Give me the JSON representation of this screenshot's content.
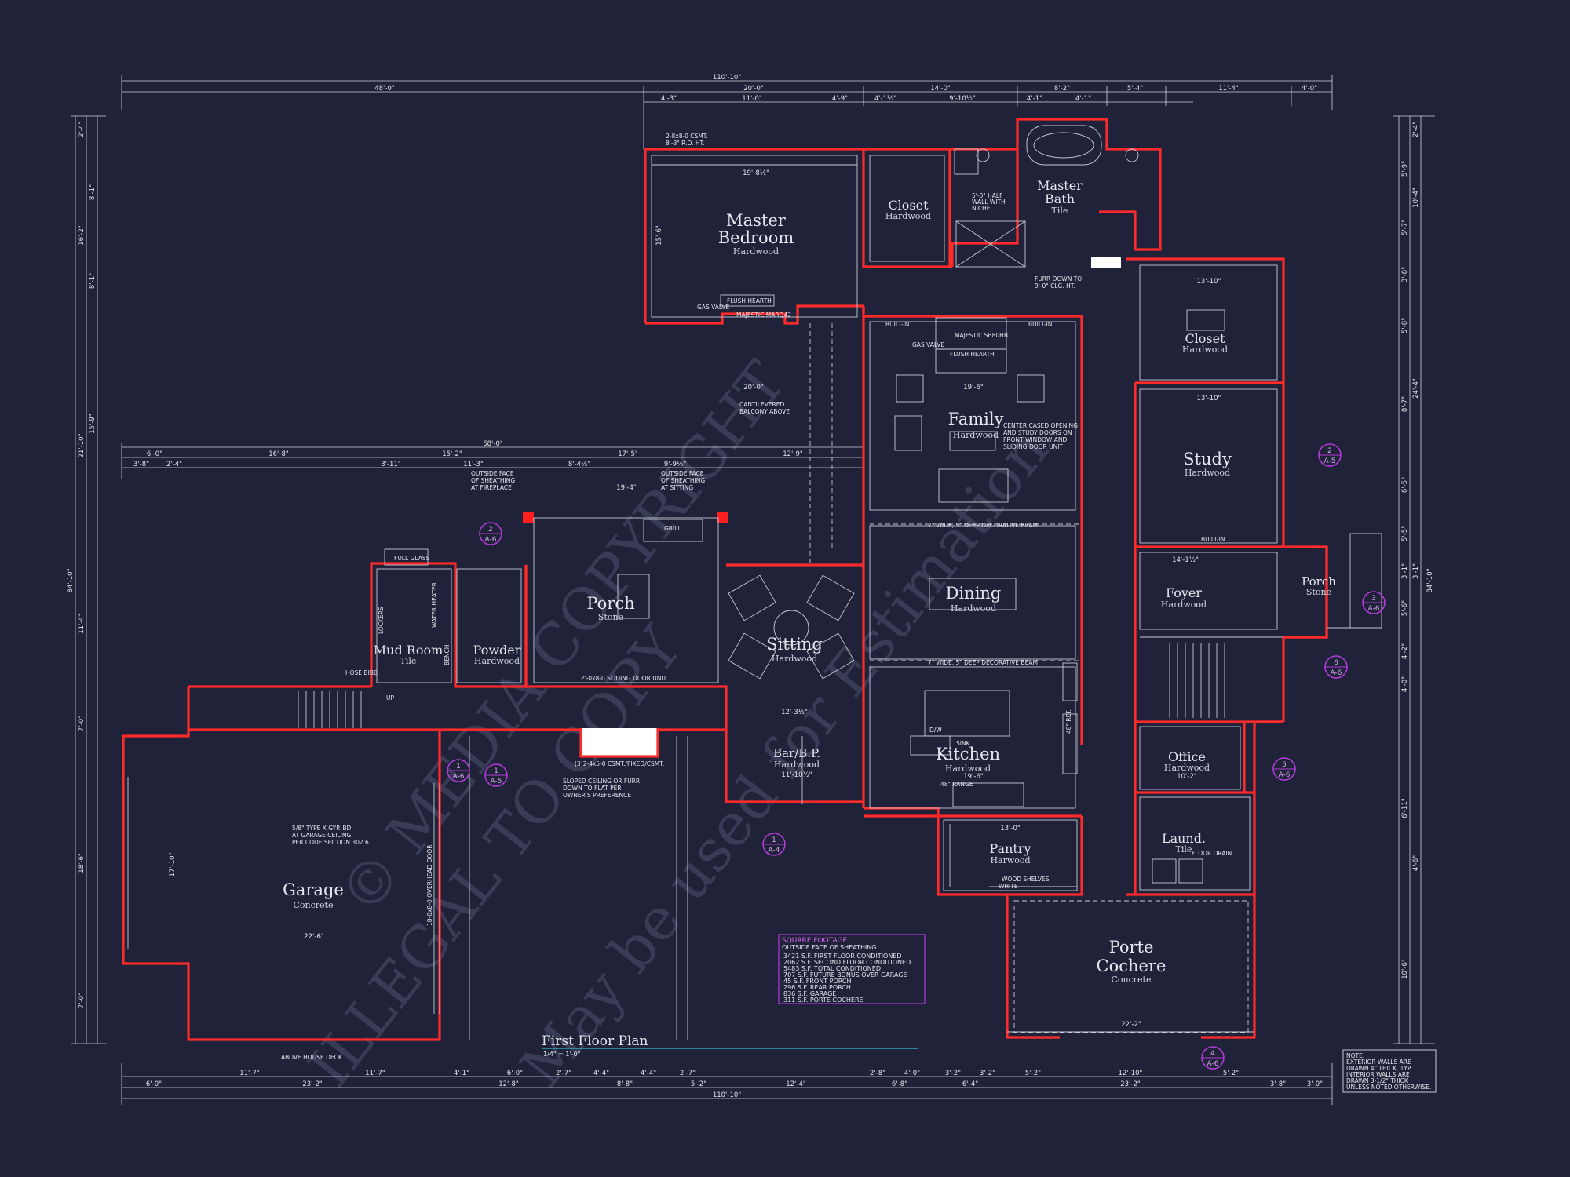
{
  "plan": {
    "title": "First Floor Plan",
    "scale": "1/4\" = 1'-0\""
  },
  "rooms": {
    "master_bedroom": {
      "name1": "Master",
      "name2": "Bedroom",
      "finish": "Hardwood"
    },
    "closet_upper": {
      "name": "Closet",
      "finish": "Hardwood"
    },
    "master_bath": {
      "name1": "Master",
      "name2": "Bath",
      "finish": "Tile"
    },
    "closet_right": {
      "name": "Closet",
      "finish": "Hardwood"
    },
    "family": {
      "name": "Family",
      "finish": "Hardwood"
    },
    "study": {
      "name": "Study",
      "finish": "Hardwood"
    },
    "porch": {
      "name": "Porch",
      "finish": "Stone"
    },
    "dining": {
      "name": "Dining",
      "finish": "Hardwood"
    },
    "foyer": {
      "name": "Foyer",
      "finish": "Hardwood"
    },
    "porch_front": {
      "name": "Porch",
      "finish": "Stone"
    },
    "mud_room": {
      "name": "Mud Room",
      "finish": "Tile"
    },
    "powder": {
      "name": "Powder",
      "finish": "Hardwood"
    },
    "sitting": {
      "name": "Sitting",
      "finish": "Hardwood"
    },
    "kitchen": {
      "name": "Kitchen",
      "finish": "Hardwood"
    },
    "bar": {
      "name": "Bar/B.P.",
      "finish": "Hardwood"
    },
    "office": {
      "name": "Office",
      "finish": "Hardwood"
    },
    "pantry": {
      "name": "Pantry",
      "finish": "Harwood"
    },
    "laundry": {
      "name": "Laund.",
      "finish": "Tile"
    },
    "garage": {
      "name": "Garage",
      "finish": "Concrete"
    },
    "porte_cochere": {
      "name1": "Porte",
      "name2": "Cochere",
      "finish": "Concrete"
    }
  },
  "dimensions": {
    "overall_top": "110'-10\"",
    "overall_bottom": "110'-10\"",
    "overall_left": "84'-10\"",
    "overall_right": "84'-10\"",
    "top_row2": [
      "48'-0\"",
      "20'-0\"",
      "14'-0\"",
      "8'-2\"",
      "5'-4\"",
      "11'-4\"",
      "4'-0\""
    ],
    "top_row3": [
      "4'-3\"",
      "11'-0\"",
      "4'-9\"",
      "4'-1½\"",
      "9'-10½\"",
      "4'-1\"",
      "4'-1\""
    ],
    "mid_overall": "68'-0\"",
    "mid_row": [
      "6'-0\"",
      "16'-8\"",
      "15'-2\"",
      "17'-5\"",
      "12'-9\""
    ],
    "mid_row2": [
      "3'-8\"",
      "2'-4\"",
      "3'-11\"",
      "11'-3\"",
      "8'-4½\"",
      "9'-9½\""
    ],
    "bottom_row1": [
      "11'-7\"",
      "11'-7\"",
      "4'-1\"",
      "6'-0\"",
      "2'-7\"",
      "4'-4\"",
      "4'-4\"",
      "2'-7\"",
      "2'-8\"",
      "4'-0\"",
      "3'-2\"",
      "3'-2\"",
      "5'-2\"",
      "12'-10\"",
      "5'-2\""
    ],
    "bottom_row2": [
      "6'-0\"",
      "23'-2\"",
      "12'-8\"",
      "8'-8\"",
      "5'-2\"",
      "12'-4\"",
      "6'-8\"",
      "6'-4\"",
      "23'-2\"",
      "3'-8\"",
      "3'-0\""
    ],
    "left_col": [
      "2'-4\"",
      "8'-1\"",
      "16'-2\"",
      "8'-1\"",
      "21'-10\"",
      "15'-9\"",
      "11'-4\"",
      "7'-0\"",
      "18'-6\"",
      "7'-0\""
    ],
    "right_col": [
      "2'-4\"",
      "5'-9\"",
      "10'-4\"",
      "5'-7\"",
      "3'-8\"",
      "5'-8\"",
      "24'-4\"",
      "8'-7\"",
      "6'-5\"",
      "5'-5\"",
      "3'-1\"",
      "3'-1\"",
      "5'-6\"",
      "4'-2\"",
      "4'-0\"",
      "6'-11\"",
      "4'-6\"",
      "10'-6\""
    ],
    "mb_width": "19'-8½\"",
    "mb_len": "15'-6\"",
    "family_width": "19'-6\"",
    "study_width": "13'-10\"",
    "closet_width": "13'-10\"",
    "porch_width": "19'-4\"",
    "garage_width": "22'-6\"",
    "garage_len": "17'-10\"",
    "kitchen_width": "19'-6\"",
    "bar_width": "11'-10½\"",
    "pantry_width": "13'-0\"",
    "office_width": "10'-2\"",
    "pc_width": "22'-2\"",
    "foyer_width": "14'-1½\"",
    "hearth_width": "20'-0\"",
    "sitting_width": "12'-3½\""
  },
  "labels": {
    "flush_hearth": "FLUSH HEARTH",
    "flush_hearth2": "FLUSH HEARTH",
    "majestic": "MAJESTIC MARQ42",
    "majestic2": "MAJESTIC SB80HB",
    "gas_valve": "GAS VALVE",
    "gas_valve2": "GAS VALVE",
    "built_in": "BUILT-IN",
    "built_in2": "BUILT-IN",
    "built_in3": "BUILT-IN",
    "cantilevered": [
      "CANTILEVERED",
      "BALCONY ABOVE"
    ],
    "center_cased": [
      "CENTER CASED OPENING",
      "AND STUDY DOORS ON",
      "FRONT WINDOW AND",
      "SLIDING DOOR UNIT"
    ],
    "outside_face_fireplace": [
      "OUTSIDE FACE",
      "OF SHEATHING",
      "AT FIREPLACE"
    ],
    "outside_face_sitting": [
      "OUTSIDE FACE",
      "OF SHEATHING",
      "AT SITTING"
    ],
    "grill": "GRILL",
    "sliding_door": "12'-0x8-0 SLIDING DOOR UNIT",
    "deco_beam": "7\" WIDE, 5\" DEEP DECORATIVE BEAM",
    "deco_beam2": "7\" WIDE, 5\" DEEP DECORATIVE BEAM",
    "garage_note": [
      "5/8\" TYPE X GYP. BD.",
      "AT GARAGE CEILING",
      "PER CODE SECTION 302.6"
    ],
    "overhead_door": "18-0x8-0 OVERHEAD DOOR",
    "sloped_ceiling": [
      "SLOPED CEILING OR FURR",
      "DOWN TO FLAT PER",
      "OWNER'S PREFERENCE"
    ],
    "hose_bibb": "HOSE BIBB",
    "range": "48\" RANGE",
    "sink": "SINK",
    "dw": "D/W",
    "ref": "48\" REF.",
    "wood_shelves": "WOOD SHELVES",
    "white": "WHITE",
    "floor_drain": "FLOOR DRAIN",
    "half_wall": [
      "5'-0\" HALF",
      "WALL WITH",
      "NICHE"
    ],
    "furr_down": [
      "FURR DOWN TO",
      "9'-0\" CLG. HT."
    ],
    "above_deck": "ABOVE HOUSE DECK",
    "up": "UP",
    "bench": "BENCH",
    "lockers": "LOCKERS",
    "water_heater": "WATER HEATER",
    "full_glass": "FULL GLASS",
    "fixed_window": "(3)2-4x5-0 CSMT./FIXED/CSMT.",
    "csmt1": "2-8x8-0 CSMT.",
    "csmt_ht": "8'-3\" R.O. HT."
  },
  "square_footage": {
    "title": "SQUARE FOOTAGE",
    "subtitle": "OUTSIDE FACE OF SHEATHING",
    "rows": [
      "3421 S.F. FIRST FLOOR CONDITIONED",
      "2062 S.F. SECOND FLOOR CONDITIONED",
      "5483 S.F. TOTAL CONDITIONED",
      "707 S.F. FUTURE BONUS OVER GARAGE",
      "45 S.F. FRONT PORCH",
      "296 S.F. REAR PORCH",
      "836 S.F. GARAGE",
      "311 S.F. PORTE COCHERE"
    ]
  },
  "note": {
    "lines": [
      "NOTE:",
      "EXTERIOR WALLS ARE",
      "DRAWN 4\" THICK, TYP.",
      "INTERIOR WALLS ARE",
      "DRAWN 3-1/2\" THICK",
      "UNLESS NOTED OTHERWISE."
    ]
  },
  "section_tags": [
    {
      "num": "1",
      "sheet": "A-6"
    },
    {
      "num": "1",
      "sheet": "A-5"
    },
    {
      "num": "2",
      "sheet": "A-6"
    },
    {
      "num": "2",
      "sheet": "A-5"
    },
    {
      "num": "3",
      "sheet": "A-6"
    },
    {
      "num": "1",
      "sheet": "A-4"
    },
    {
      "num": "4",
      "sheet": "A-6"
    },
    {
      "num": "5",
      "sheet": "A-6"
    },
    {
      "num": "6",
      "sheet": "A-6"
    }
  ],
  "watermark": {
    "line1": "© MEDIA COPYRIGHT",
    "line2": "ILLEGAL TO COPY",
    "line3": "May be used for Estimation"
  },
  "colors": {
    "background": "#1f2238",
    "walls": "#ff2a2a",
    "lines": "#c9cbd6",
    "tags": "#b23bd8",
    "title_underline": "#2aa8b8"
  }
}
